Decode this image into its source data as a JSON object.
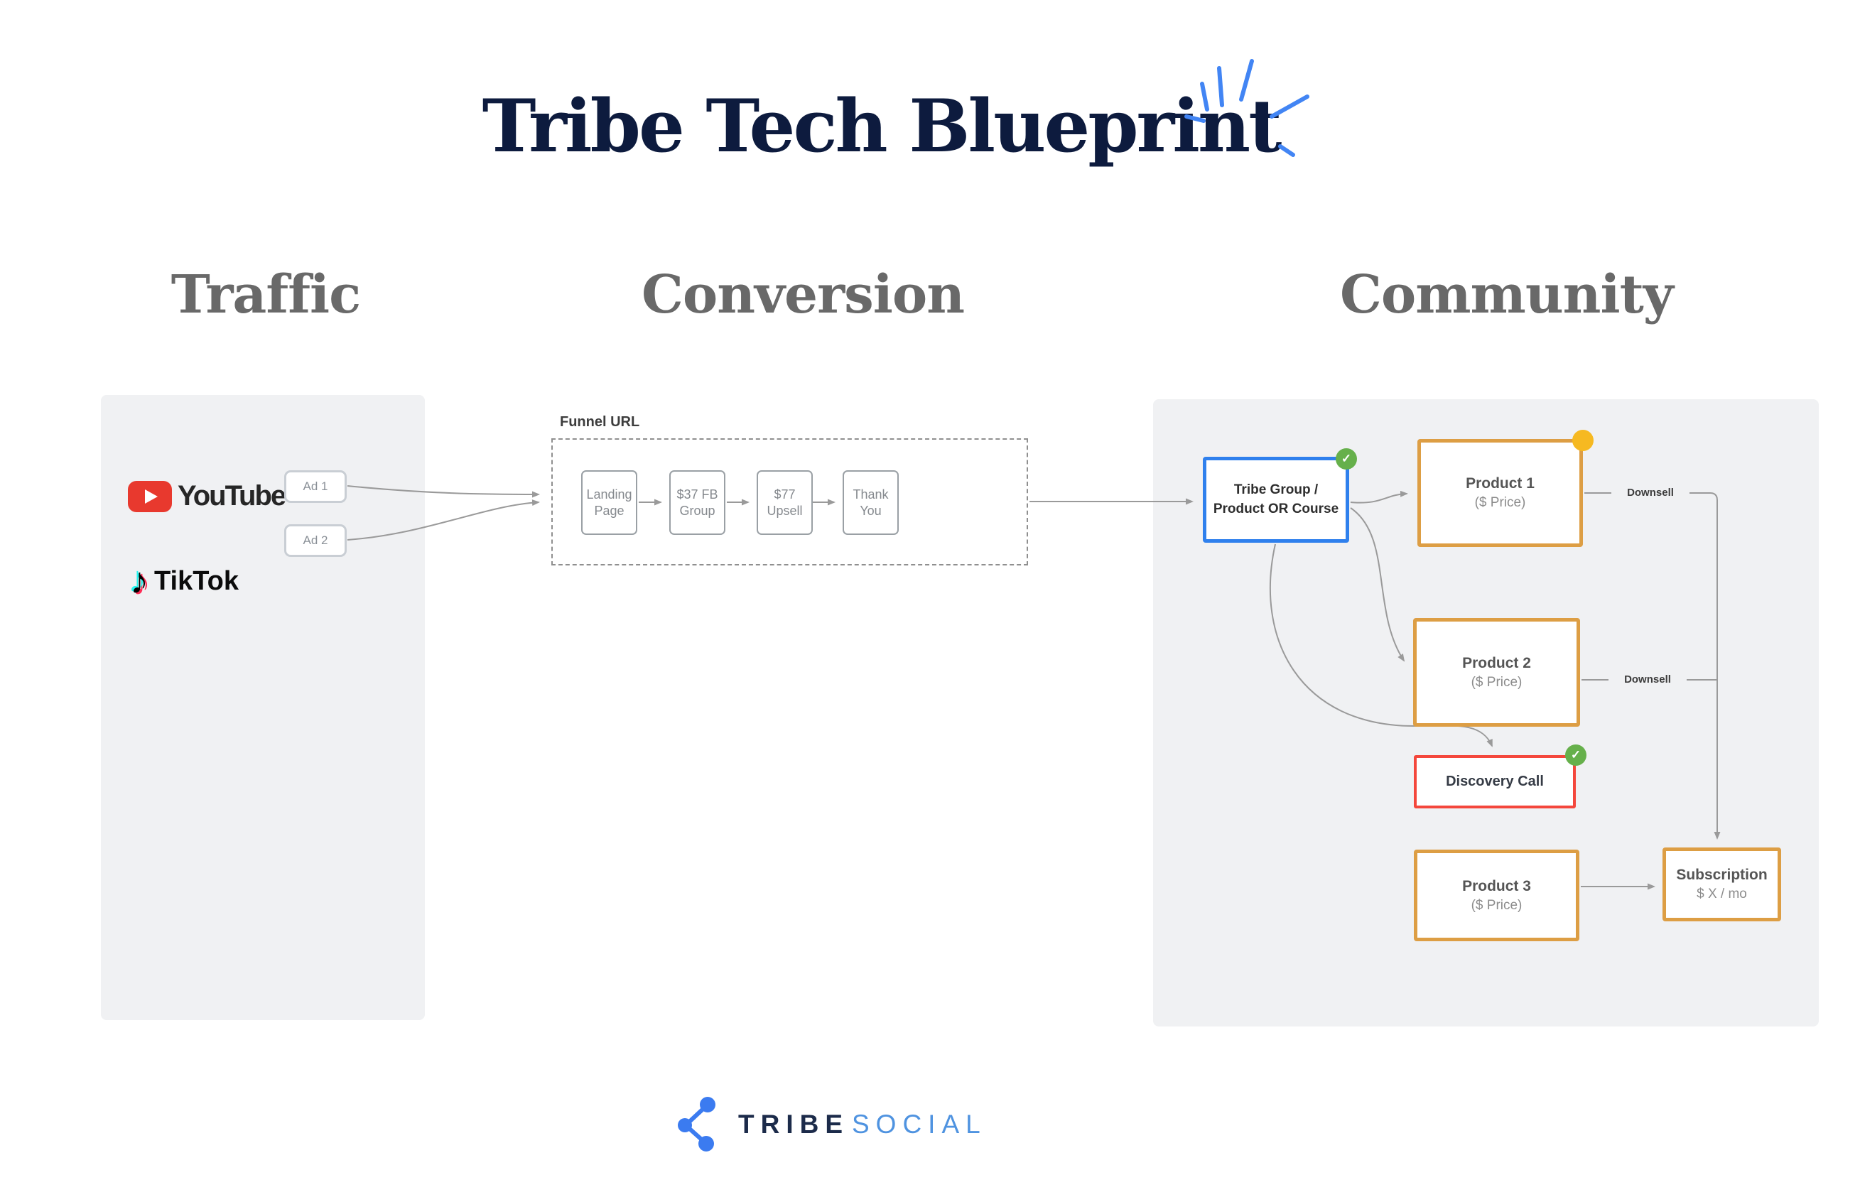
{
  "title": "Tribe Tech Blueprint",
  "sections": {
    "traffic": "Traffic",
    "conversion": "Conversion",
    "community": "Community"
  },
  "traffic": {
    "youtube_label": "YouTube",
    "tiktok_label": "TikTok",
    "ads": [
      "Ad 1",
      "Ad 2"
    ]
  },
  "conversion": {
    "funnel_label": "Funnel URL",
    "steps": [
      "Landing Page",
      "$37 FB Group",
      "$77 Upsell",
      "Thank You"
    ]
  },
  "community": {
    "tribe_box_label": "Tribe Group / Product OR Course",
    "products": [
      {
        "name": "Product 1",
        "price": "($ Price)"
      },
      {
        "name": "Product 2",
        "price": "($ Price)"
      },
      {
        "name": "Product 3",
        "price": "($ Price)"
      }
    ],
    "discovery_label": "Discovery Call",
    "subscription": {
      "name": "Subscription",
      "price": "$ X / mo"
    },
    "downsell_label": "Downsell"
  },
  "icons": {
    "check": "✓",
    "tiktok_note": "♪"
  },
  "footer": {
    "brand_primary": "TRIBE",
    "brand_secondary": "SOCIAL"
  },
  "colors": {
    "title_navy": "#0d1b3e",
    "header_gray": "#696969",
    "panel_gray": "#f0f1f3",
    "accent_blue": "#2f80ed",
    "accent_orange": "#dd9e44",
    "accent_red": "#f4473c",
    "badge_green": "#66b04b",
    "badge_yellow": "#f6b921",
    "line_gray": "#9a9a9a",
    "youtube_red": "#e8392e",
    "brand_navy": "#1c2b4a",
    "brand_blue": "#4f93e0",
    "sparkle_blue": "#4285f4"
  }
}
